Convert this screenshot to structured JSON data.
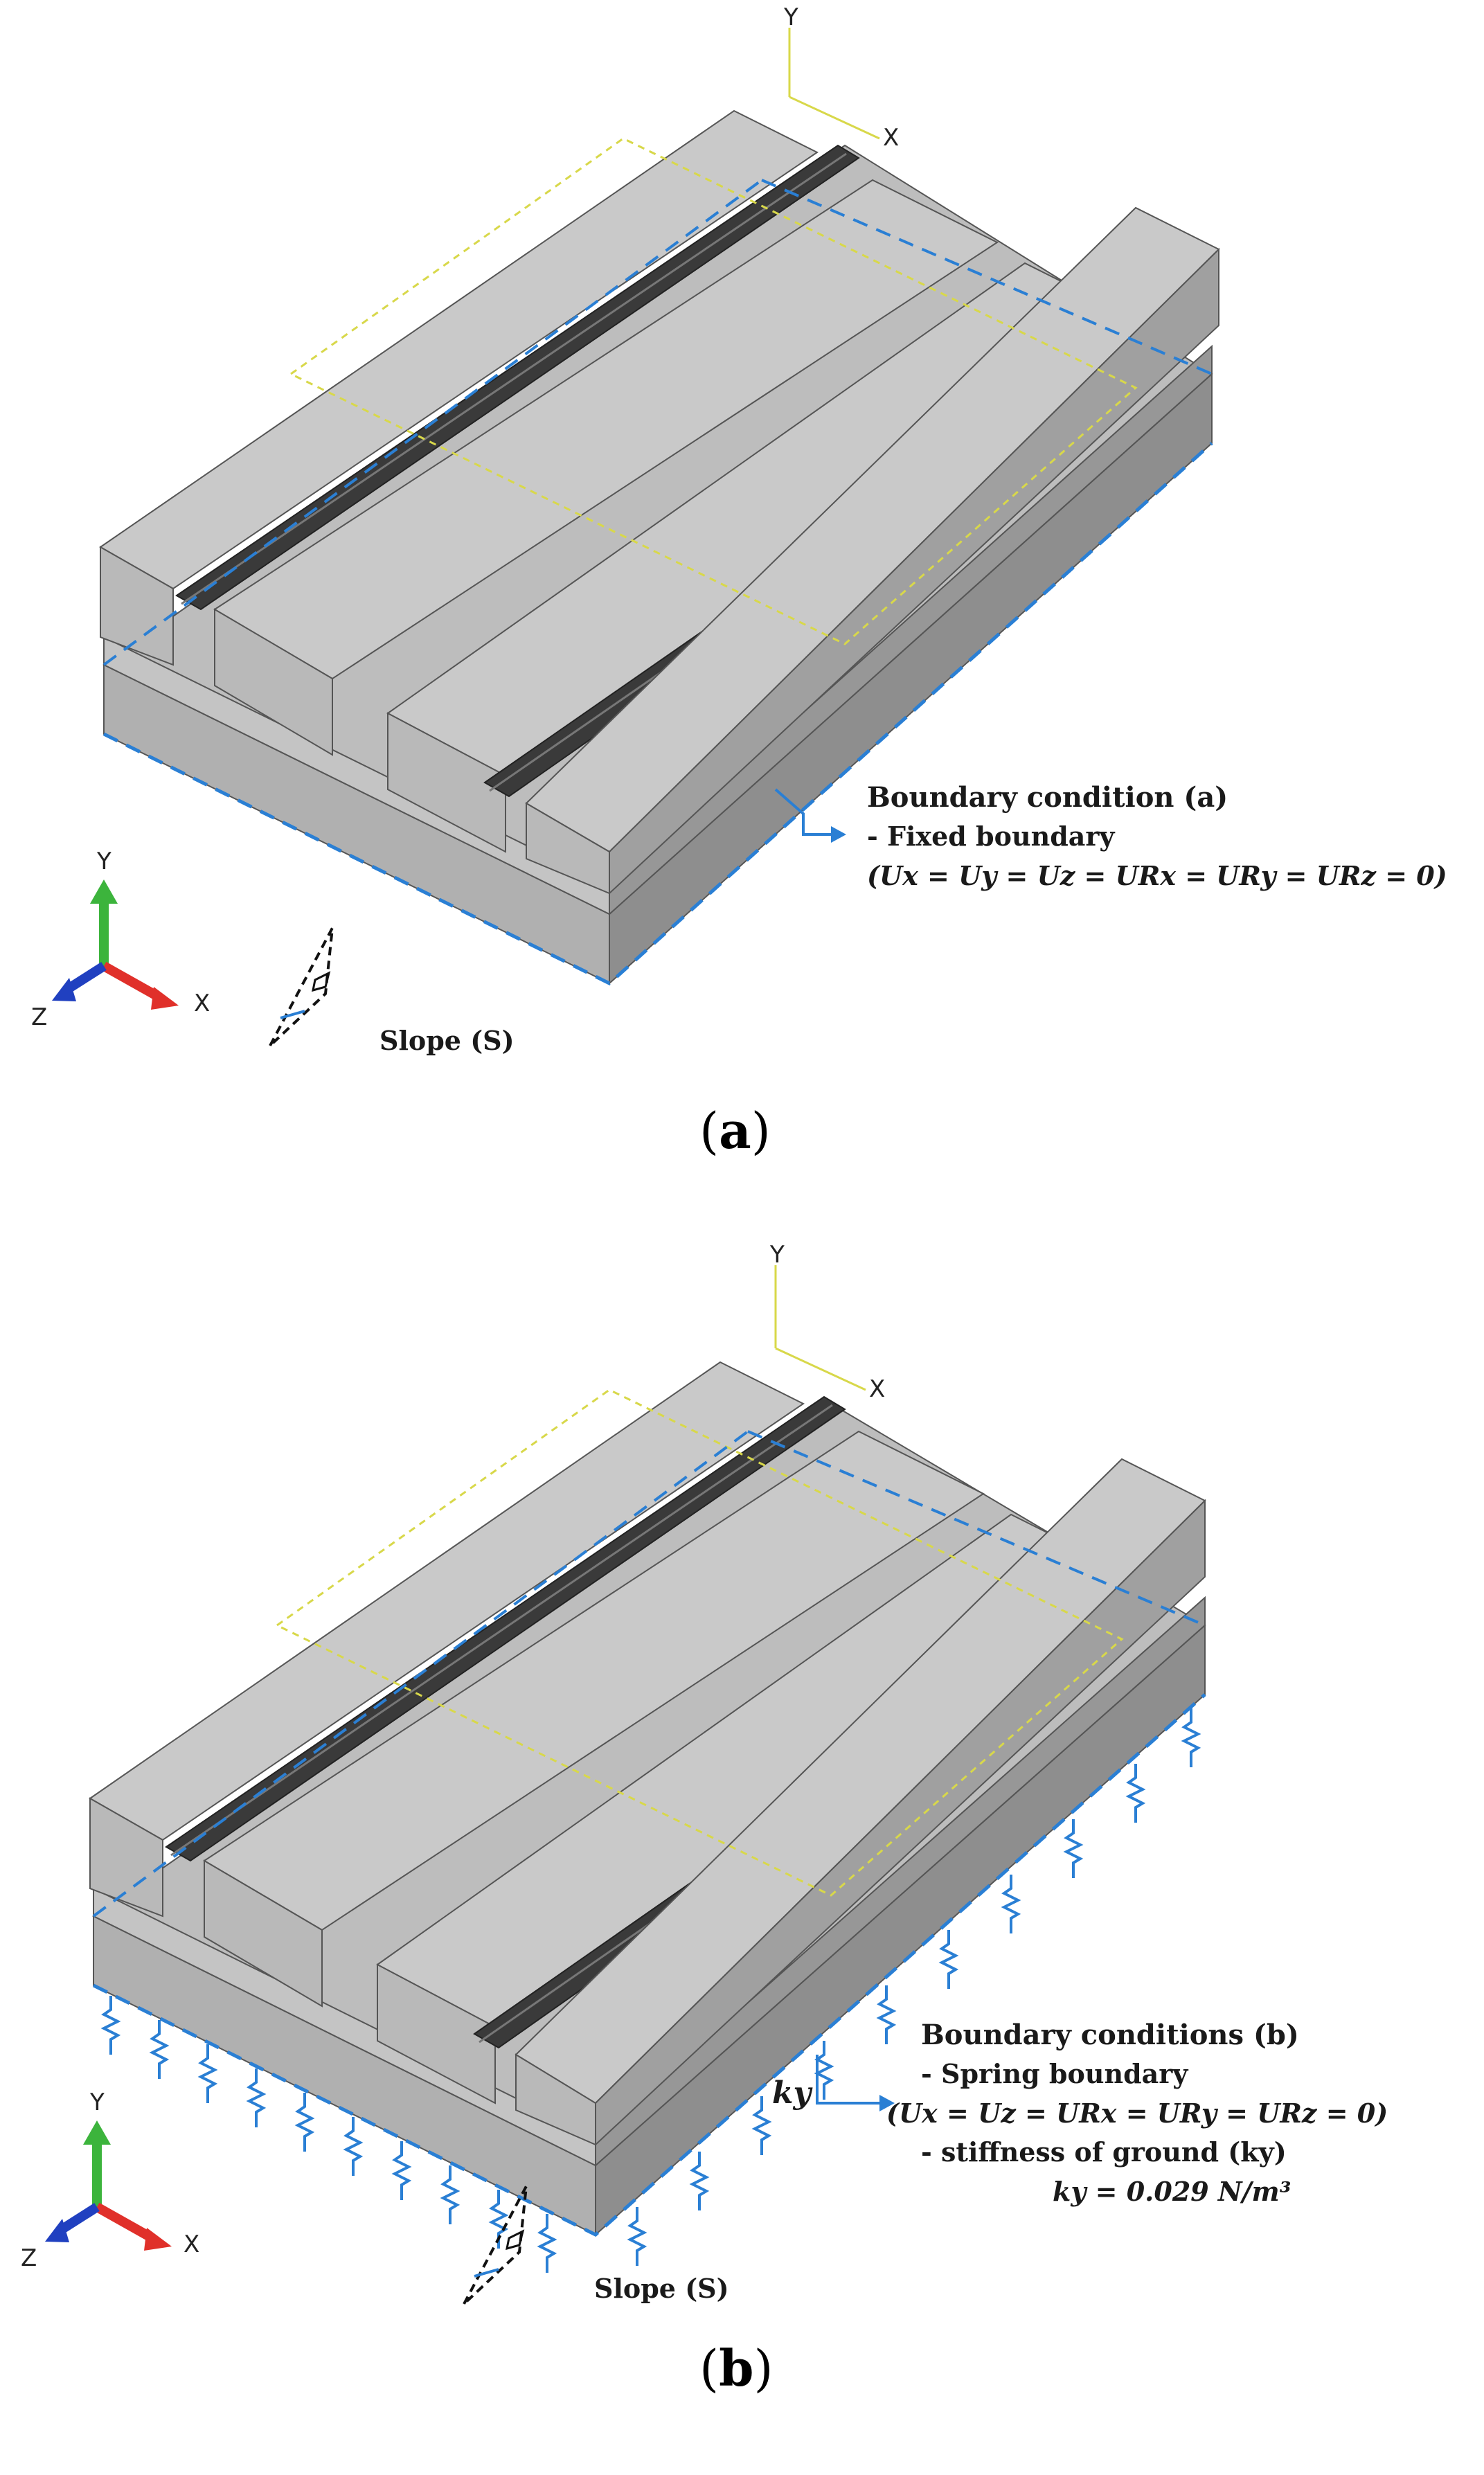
{
  "figure": {
    "panel_a": {
      "caption_open": "(",
      "caption_letter": "a",
      "caption_close": ")",
      "bc_title": "Boundary condition (a)",
      "bc_type": "- Fixed boundary",
      "bc_eq": "(Ux = Uy = Uz = URx = URy = URz = 0)",
      "slope_label": "Slope (S)",
      "triad": {
        "x": "X",
        "y": "Y",
        "z": "Z"
      },
      "model_triad": {
        "x": "X",
        "y": "Y"
      }
    },
    "panel_b": {
      "caption_open": "(",
      "caption_letter": "b",
      "caption_close": ")",
      "bc_title": "Boundary conditions (b)",
      "bc_type": "- Spring boundary",
      "bc_eq": "(Ux = Uz = URx = URy = URz = 0)",
      "stiffness_label": "- stiffness of ground (ky)",
      "stiffness_value": "ky = 0.029 N/m³",
      "spring_label": "ky",
      "slope_label": "Slope (S)",
      "triad": {
        "x": "X",
        "y": "Y",
        "z": "Z"
      },
      "model_triad": {
        "x": "X",
        "y": "Y"
      }
    },
    "colors": {
      "block_top": "#c8c8c8",
      "block_side": "#a8a8a8",
      "block_front": "#b6b6b6",
      "rail": "#3a3a3a",
      "boundary": "#2a7fd4",
      "guide": "#d8d84a",
      "axis_x": "#e0302a",
      "axis_y": "#3cb43c",
      "axis_z": "#2040c0"
    }
  }
}
